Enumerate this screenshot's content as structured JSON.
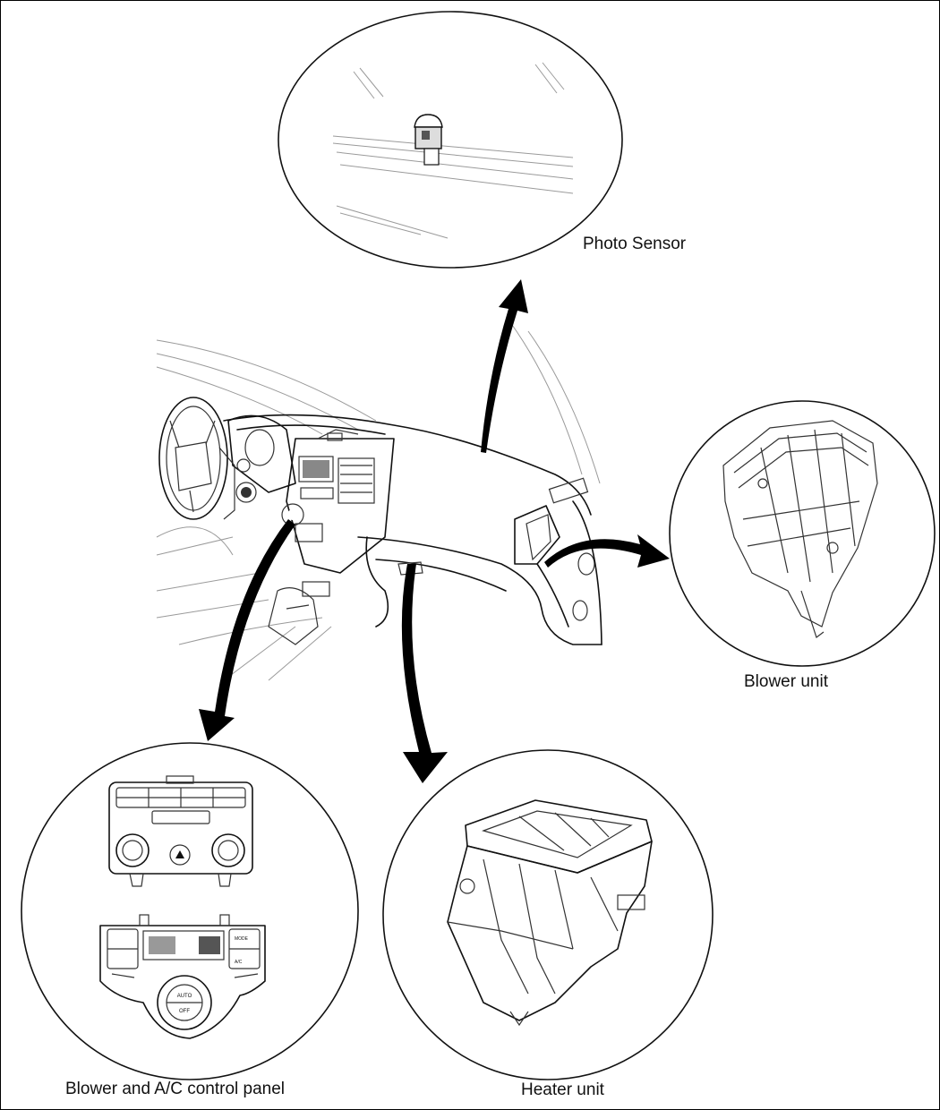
{
  "labels": {
    "photo_sensor": "Photo Sensor",
    "blower_unit": "Blower unit",
    "control_panel": "Blower and A/C control panel",
    "heater_unit": "Heater unit"
  },
  "panel_text": {
    "auto": "AUTO",
    "off": "OFF",
    "ac": "A/C",
    "mode": "MODE"
  },
  "colors": {
    "line": "#111111",
    "light_line": "#9a9a9a",
    "arrow": "#000000"
  }
}
